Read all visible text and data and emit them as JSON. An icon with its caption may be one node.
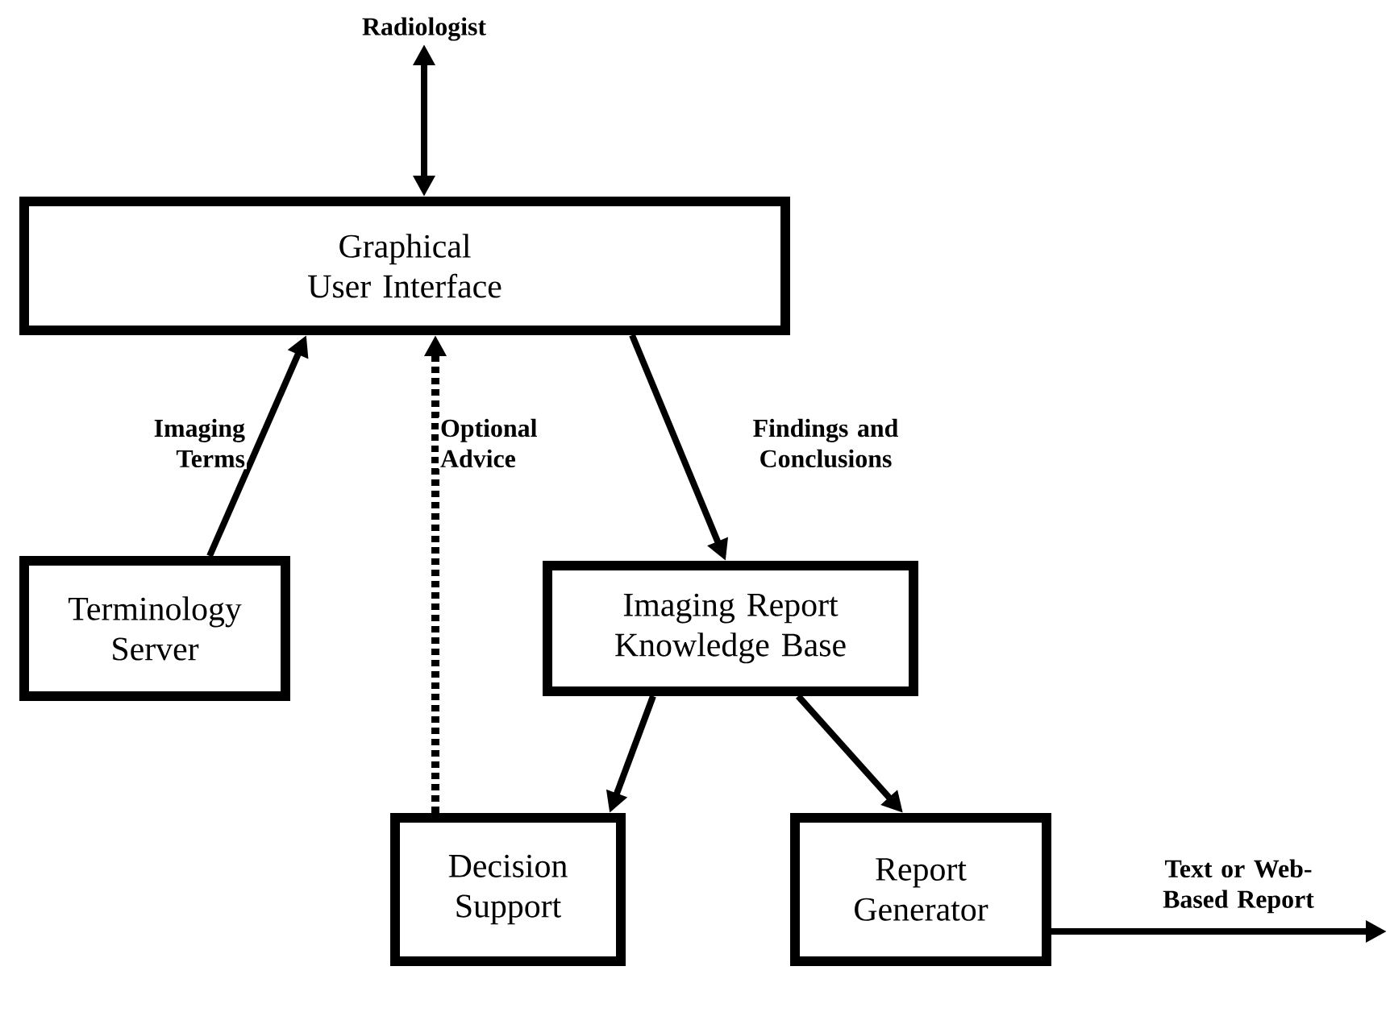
{
  "diagram": {
    "nodes": [
      {
        "text": [
          "Radiologist"
        ]
      },
      {
        "text": [
          "Graphical User Interface"
        ]
      },
      {
        "text": [
          "Terminology Server"
        ]
      },
      {
        "text": [
          "Imaging Report Knowledge Base"
        ]
      },
      {
        "text": [
          "Decision Support"
        ]
      },
      {
        "text": [
          "Report Generator"
        ]
      }
    ],
    "edges": [
      {
        "from": 0,
        "to": 1,
        "arrow": "both"
      },
      {
        "from": 2,
        "to": 1,
        "arrow": "to",
        "label": "Imaging Terms"
      },
      {
        "from": 4,
        "to": 1,
        "arrow": "to",
        "label": "Optional Advice",
        "style": "dashed"
      },
      {
        "from": 1,
        "to": 3,
        "arrow": "to",
        "label": "Findings and Conclusions"
      },
      {
        "from": 3,
        "to": 4,
        "arrow": "to"
      },
      {
        "from": 3,
        "to": 5,
        "arrow": "to"
      },
      {
        "from": 5,
        "to": null,
        "arrow": "to",
        "label": "Text or Web-Based Report"
      }
    ]
  }
}
